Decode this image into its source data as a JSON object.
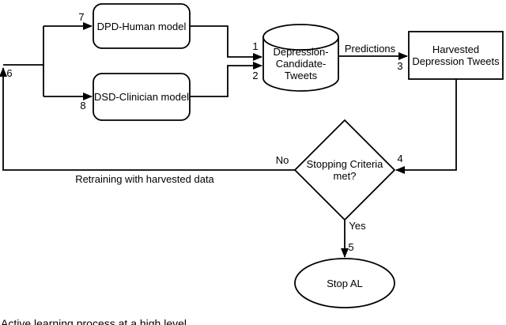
{
  "nodes": {
    "dpd": "DPD-Human model",
    "dsd": "DSD-Clinician model",
    "candidate_store": "Depression-\nCandidate-\nTweets",
    "harvested": "Harvested\nDepression Tweets",
    "decision": "Stopping Criteria\nmet?",
    "stop": "Stop AL"
  },
  "edge_labels": {
    "step1": "1",
    "step2": "2",
    "step3": "3",
    "step4": "4",
    "step5": "5",
    "step6": "6",
    "step7": "7",
    "step8": "8",
    "predictions": "Predictions",
    "no": "No",
    "yes": "Yes",
    "retraining": "Retraining with harvested data"
  },
  "caption": "Active learning process at a high level",
  "colors": {
    "stroke": "#000000",
    "fill": "#ffffff",
    "text": "#000000",
    "background": "#ffffff"
  }
}
